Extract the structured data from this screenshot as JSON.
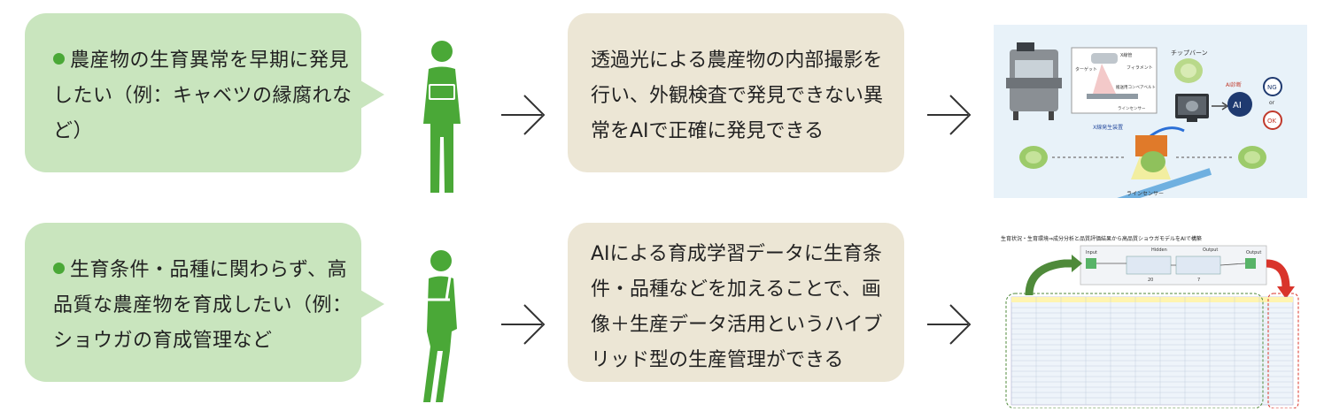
{
  "row1": {
    "need": "農産物の生育異常を早期に発見したい（例：キャベツの縁腐れなど）",
    "solution": "透過光による農産物の内部撮影を行い、外観検査で発見できない異常をAIで正確に発見できる",
    "image": {
      "label_xray_tube": "X線管",
      "label_target": "ターゲット",
      "label_filament": "フィラメント",
      "label_conveyor": "搬送用コンベアベルト",
      "label_line_sensor_small": "ラインセンサー",
      "label_xray_device": "X線発生装置",
      "label_chip_burn": "チップバーン",
      "label_ai": "AI診断",
      "label_ng": "NG",
      "label_or": "or",
      "label_ok": "OK",
      "label_line_sensor": "ラインセンサー"
    }
  },
  "row2": {
    "need": "生育条件・品種に関わらず、高品質な農産物を育成したい（例：ショウガの育成管理など",
    "solution": "AIによる育成学習データに生育条件・品種などを加えることで、画像＋生産データ活用というハイブリッド型の生産管理ができる",
    "image": {
      "title": "生育状況・生育環境⇒成分分析と品質評価結果から高品質ショウガモデルをAIで構築",
      "label_input": "Input",
      "label_hidden": "Hidden",
      "label_output": "Output",
      "label_output2": "Output",
      "label_20": "20",
      "label_7": "7"
    }
  },
  "colors": {
    "green": "#4aa837",
    "bubble": "#c9e5be",
    "box": "#ece6d5"
  }
}
